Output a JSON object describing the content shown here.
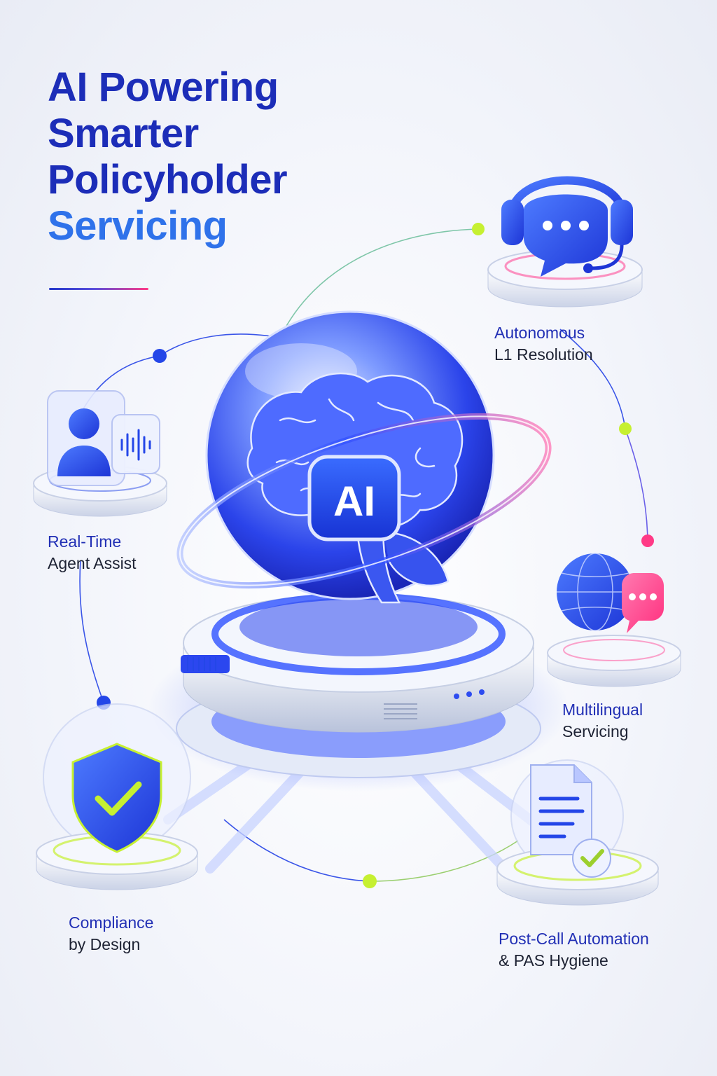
{
  "title": {
    "line1": "AI Powering",
    "line2": "Smarter",
    "line3": "Policyholder",
    "line4": "Servicing"
  },
  "hub": {
    "badge": "AI"
  },
  "features": [
    {
      "line1": "Autonomous",
      "line2": "L1 Resolution",
      "icon": "headset-chat-icon"
    },
    {
      "line1": "Real-Time",
      "line2": "Agent Assist",
      "icon": "agent-voice-icon"
    },
    {
      "line1": "Multilingual",
      "line2": "Servicing",
      "icon": "globe-chat-icon"
    },
    {
      "line1": "Compliance",
      "line2": "by Design",
      "icon": "shield-check-icon"
    },
    {
      "line1": "Post-Call Automation",
      "line2": "& PAS Hygiene",
      "icon": "document-check-icon"
    }
  ],
  "colors": {
    "title_dark": "#1c2db8",
    "title_accent": "#2f72ea",
    "label_heading": "#2230b5",
    "label_body": "#1d2233",
    "accent_blue": "#2446e8",
    "accent_lime": "#c6f031",
    "accent_pink": "#ff3a86"
  }
}
